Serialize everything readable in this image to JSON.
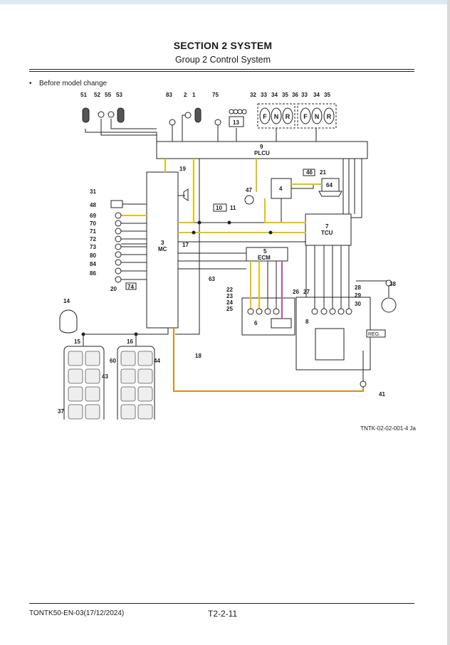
{
  "header": {
    "section_title": "SECTION 2 SYSTEM",
    "group_title": "Group 2 Control System"
  },
  "bullet_text": "Before model change",
  "diagram": {
    "labels": {
      "n51": "51",
      "n52": "52",
      "n55": "55",
      "n53": "53",
      "n83": "83",
      "n2": "2",
      "n1": "1",
      "n75": "75",
      "n32": "32",
      "n33a": "33",
      "n34a": "34",
      "n35a": "35",
      "n36": "36",
      "n33b": "33",
      "n34b": "34",
      "n35b": "35",
      "n13": "13",
      "n9": "9",
      "plcu": "PLCU",
      "n19": "19",
      "n31": "31",
      "n48": "48",
      "n69": "69",
      "n70": "70",
      "n71": "71",
      "n72": "72",
      "n73": "73",
      "n80": "80",
      "n84": "84",
      "n86": "86",
      "n20": "20",
      "n74": "74",
      "n3": "3",
      "mc": "MC",
      "n47": "47",
      "n4": "4",
      "n46": "46",
      "n21": "21",
      "n64": "64",
      "n10": "10",
      "n11": "11",
      "n7": "7",
      "tcu": "TCU",
      "n17": "17",
      "n5": "5",
      "ecm": "ECM",
      "n63": "63",
      "n22": "22",
      "n23": "23",
      "n24": "24",
      "n25": "25",
      "n6": "6",
      "n26": "26",
      "n27": "27",
      "n8": "8",
      "n28": "28",
      "n29": "29",
      "n30": "30",
      "n38": "38",
      "reg": "REG.",
      "n14": "14",
      "n15": "15",
      "n16": "16",
      "n18": "18",
      "n60": "60",
      "n44": "44",
      "n43": "43",
      "n37": "37",
      "n41": "41",
      "F": "F",
      "N": "N",
      "R": "R"
    }
  },
  "figure_ref": "TNTK-02-02-001-4 Ja",
  "footer": {
    "doc_code": "TONTK50-EN-03(17/12/2024)",
    "page": "T2-2-11"
  }
}
